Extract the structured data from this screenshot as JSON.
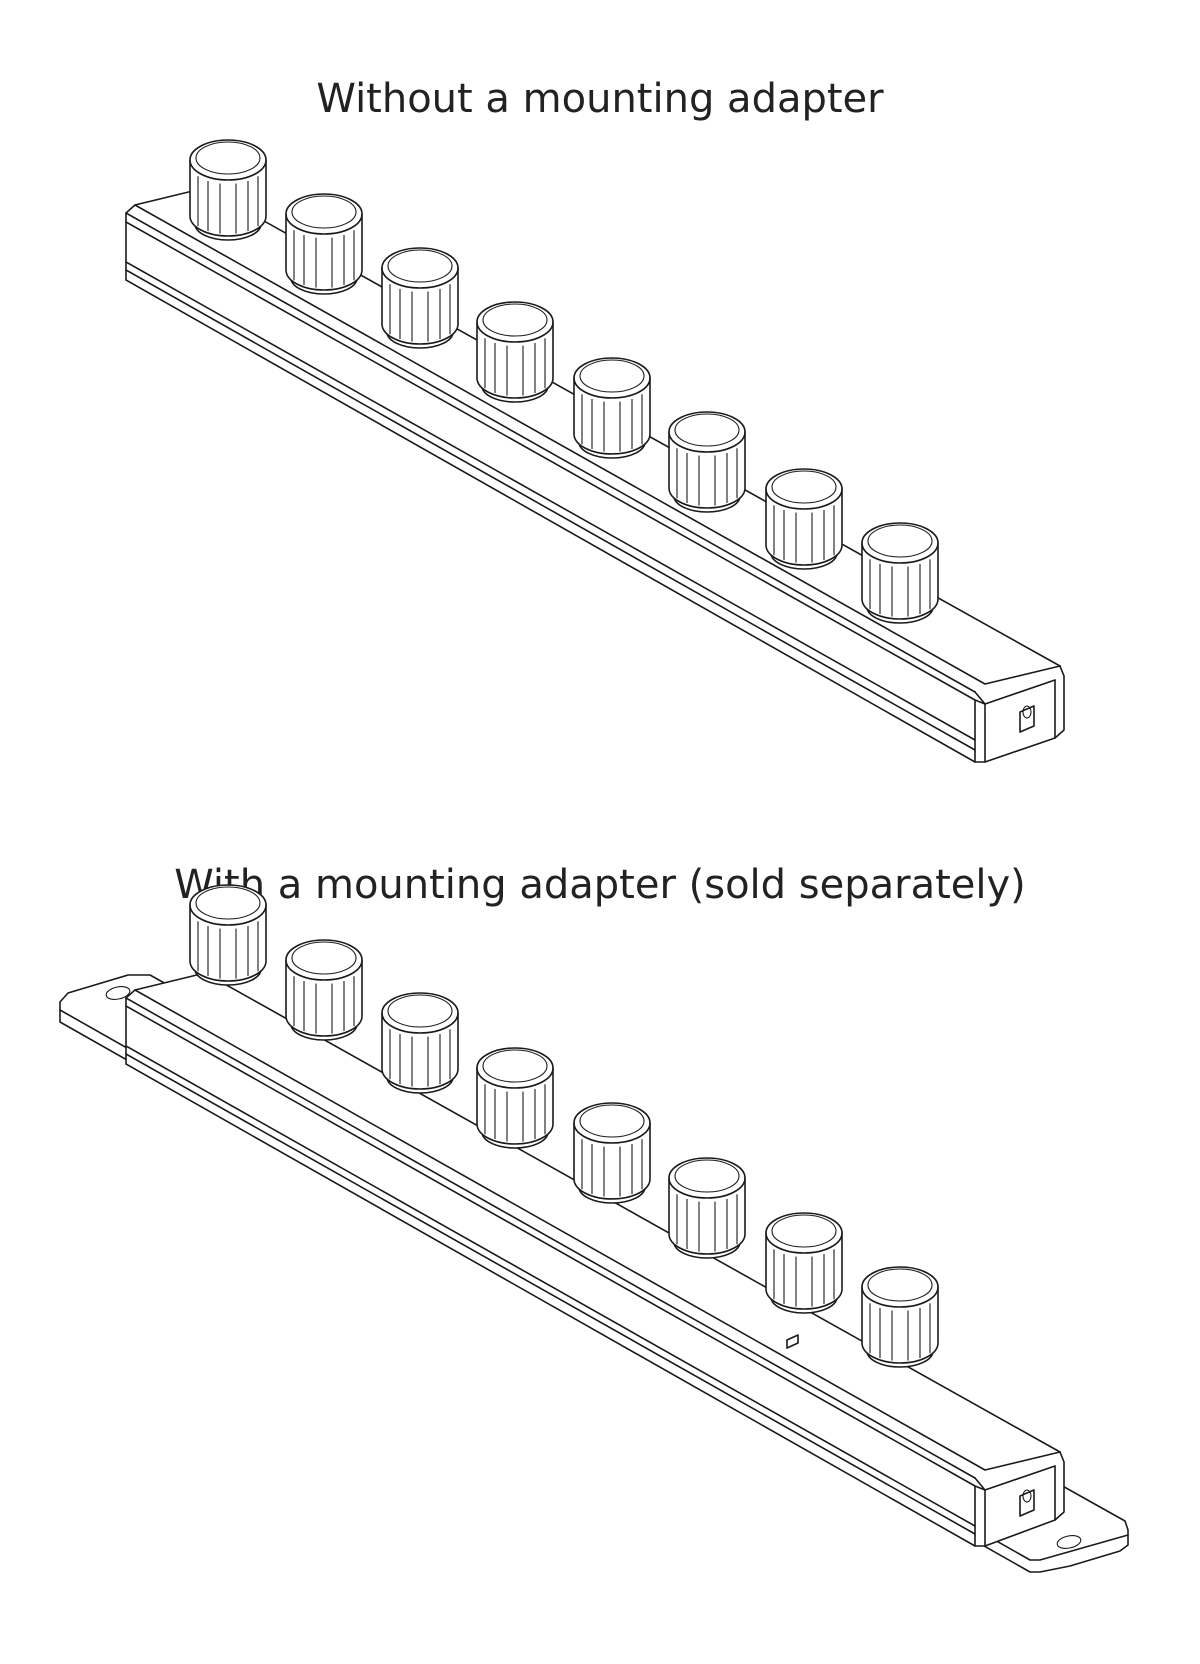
{
  "captions": {
    "without": "Without a mounting adapter",
    "with": "With a mounting adapter (sold separately)"
  },
  "figure": {
    "knob_count": 8,
    "views": [
      "without-adapter",
      "with-adapter"
    ]
  }
}
